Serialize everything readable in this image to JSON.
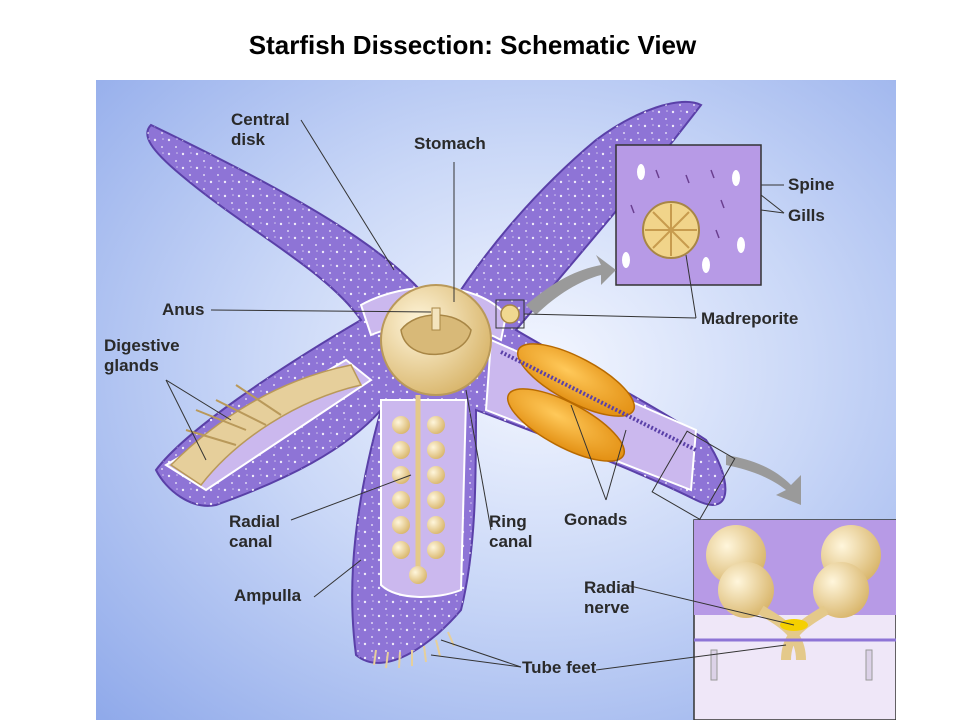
{
  "title": "Starfish Dissection: Schematic View",
  "labels": {
    "central_disk": "Central\ndisk",
    "stomach": "Stomach",
    "spine": "Spine",
    "gills": "Gills",
    "anus": "Anus",
    "madreporite": "Madreporite",
    "digestive_glands": "Digestive\nglands",
    "radial_canal": "Radial\ncanal",
    "ring_canal": "Ring\ncanal",
    "gonads": "Gonads",
    "ampulla": "Ampulla",
    "radial_nerve": "Radial\nnerve",
    "tube_feet": "Tube feet"
  },
  "colors": {
    "body": "#8e74d6",
    "body_dark": "#6f54c0",
    "inner": "#cbb8ee",
    "organ": "#e8d2a0",
    "gonad": "#f2a21e",
    "background": "#b8cbf4"
  }
}
